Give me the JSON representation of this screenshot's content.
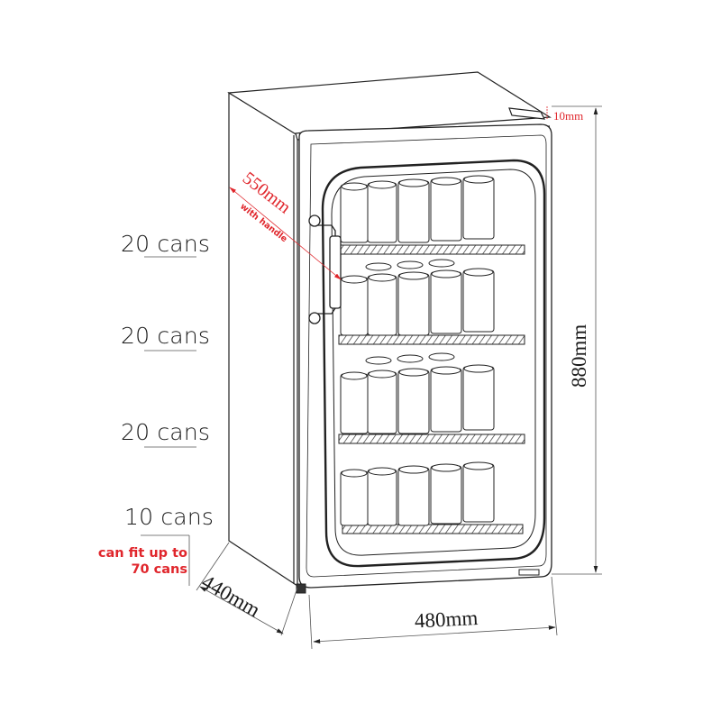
{
  "diagram": {
    "subject": "Beverage fridge with glass door, line drawing with dimensions",
    "colors": {
      "line": "#222222",
      "annotation_red": "#e0262c",
      "dimension_line": "#555555",
      "background": "#ffffff"
    }
  },
  "shelves": [
    {
      "label": "20 cans"
    },
    {
      "label": "20 cans"
    },
    {
      "label": "20 cans"
    },
    {
      "label": "10 cans"
    }
  ],
  "capacity_note": {
    "line1": "can fit up to",
    "line2": "70 cans"
  },
  "dimensions": {
    "depth_with_handle": {
      "value": "550mm",
      "note": "with handle"
    },
    "top_clearance": "10mm",
    "height": "880mm",
    "depth": "440mm",
    "width": "480mm"
  }
}
